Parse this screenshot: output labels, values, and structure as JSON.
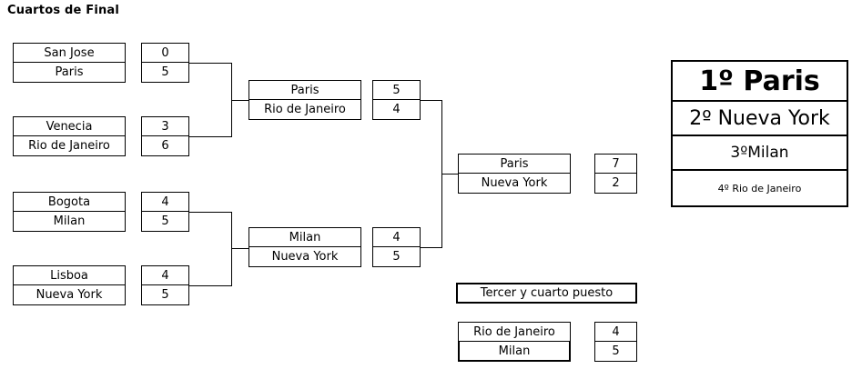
{
  "title": "Cuartos de Final",
  "quarterfinals": [
    {
      "team_top": "San Jose",
      "score_top": "0",
      "team_bottom": "Paris",
      "score_bottom": "5"
    },
    {
      "team_top": "Venecia",
      "score_top": "3",
      "team_bottom": "Rio de Janeiro",
      "score_bottom": "6"
    },
    {
      "team_top": "Bogota",
      "score_top": "4",
      "team_bottom": "Milan",
      "score_bottom": "5"
    },
    {
      "team_top": "Lisboa",
      "score_top": "4",
      "team_bottom": "Nueva York",
      "score_bottom": "5"
    }
  ],
  "semifinals": [
    {
      "team_top": "Paris",
      "score_top": "5",
      "team_bottom": "Rio de Janeiro",
      "score_bottom": "4"
    },
    {
      "team_top": "Milan",
      "score_top": "4",
      "team_bottom": "Nueva York",
      "score_bottom": "5"
    }
  ],
  "final": {
    "team_top": "Paris",
    "score_top": "7",
    "team_bottom": "Nueva York",
    "score_bottom": "2"
  },
  "third_place": {
    "label": "Tercer y cuarto puesto",
    "team_top": "Rio de Janeiro",
    "score_top": "4",
    "team_bottom": "Milan",
    "score_bottom": "5"
  },
  "standings": [
    {
      "text": "1º Paris"
    },
    {
      "text": "2º Nueva York"
    },
    {
      "text": "3ºMilan"
    },
    {
      "text": "4º Rio de Janeiro"
    }
  ],
  "colors": {
    "line": "#000000",
    "background": "#ffffff",
    "text": "#000000"
  }
}
